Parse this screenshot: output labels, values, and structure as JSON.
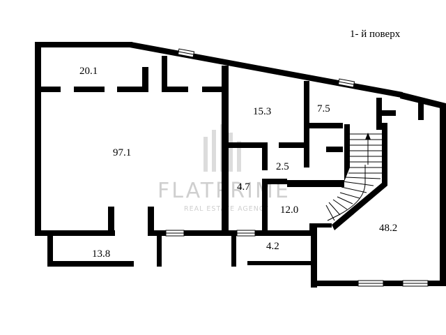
{
  "floor_title": "1- й поверх",
  "rooms": [
    {
      "area": "20.1"
    },
    {
      "area": "97.1"
    },
    {
      "area": "13.8"
    },
    {
      "area": "15.3"
    },
    {
      "area": "7.5"
    },
    {
      "area": "2.5"
    },
    {
      "area": "4.7"
    },
    {
      "area": "12.0"
    },
    {
      "area": "4.2"
    },
    {
      "area": "48.2"
    }
  ],
  "watermark": {
    "brand": "FLATPRIME",
    "tagline": "REAL ESTATE AGENCY"
  }
}
